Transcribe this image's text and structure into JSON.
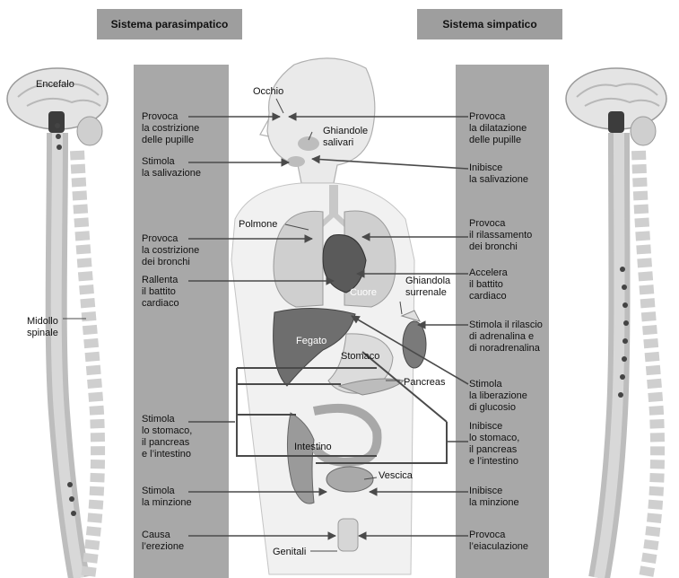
{
  "headers": {
    "parasympathetic": "Sistema parasimpatico",
    "sympathetic": "Sistema simpatico"
  },
  "labels": {
    "encefalo": "Encefalo",
    "midollo": "Midollo\nspinale",
    "occhio": "Occhio",
    "ghiandole_salivari": "Ghiandole\nsalivari",
    "polmone": "Polmone",
    "cuore": "Cuore",
    "ghiandola_surrenale": "Ghiandola\nsurrenale",
    "fegato": "Fegato",
    "stomaco": "Stomaco",
    "pancreas": "Pancreas",
    "intestino": "Intestino",
    "vescica": "Vescica",
    "genitali": "Genitali"
  },
  "parasympathetic_effects": [
    "Provoca\nla costrizione\ndelle pupille",
    "Stimola\nla salivazione",
    "Provoca\nla costrizione\ndei bronchi",
    "Rallenta\nil battito\ncardiaco",
    "Stimola\nlo stomaco,\nil pancreas\ne l’intestino",
    "Stimola\nla minzione",
    "Causa\nl’erezione"
  ],
  "sympathetic_effects": [
    "Provoca\nla dilatazione\ndelle pupille",
    "Inibisce\nla salivazione",
    "Provoca\nil rilassamento\ndei bronchi",
    "Accelera\nil battito\ncardiaco",
    "Stimola il rilascio\ndi adrenalina e\ndi noradrenalina",
    "Stimola\nla liberazione\ndi glucosio",
    "Inibisce\nlo stomaco,\nil pancreas\ne l’intestino",
    "Inibisce\nla minzione",
    "Provoca\nl’eiaculazione"
  ],
  "colors": {
    "header": "#9e9e9e",
    "panel": "#a8a8a8",
    "arrow": "#4a4a4a",
    "organ_dark": "#707070",
    "organ_light": "#d0d0d0"
  }
}
